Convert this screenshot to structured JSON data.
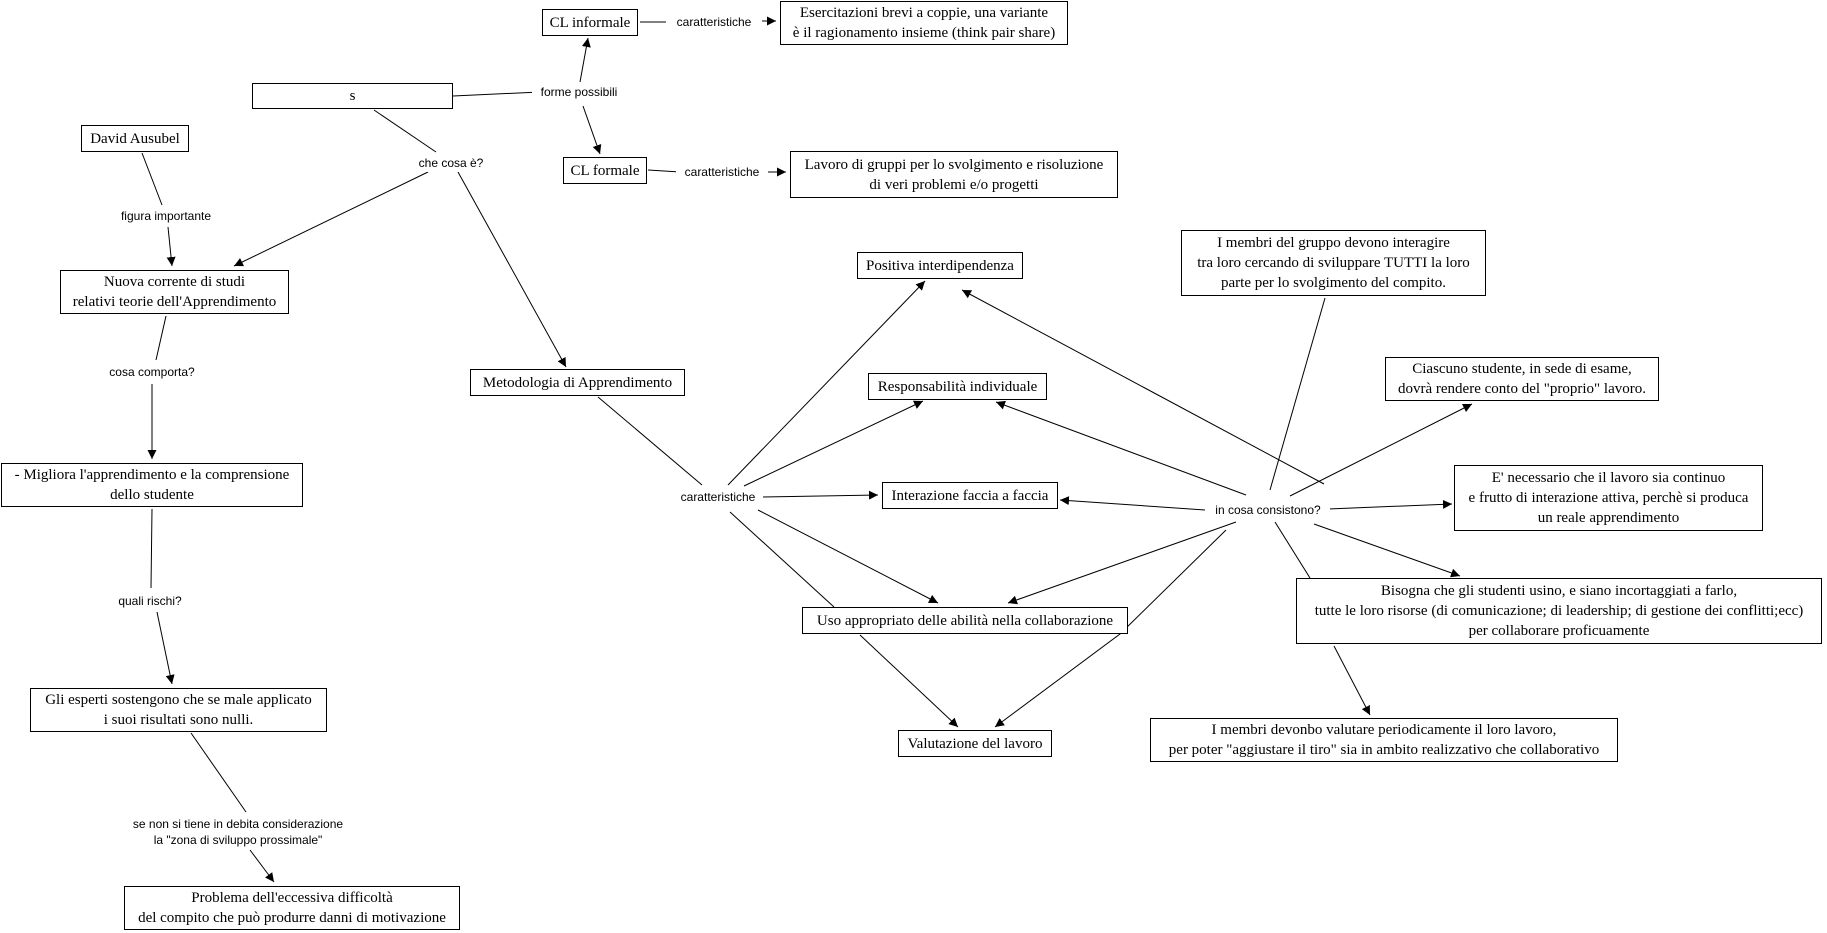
{
  "nodes": {
    "s": "s",
    "cl_informale": "CL informale",
    "es_brevi": "Esercitazioni brevi a coppie, una variante\nè il ragionamento insieme (think pair share)",
    "cl_formale": "CL formale",
    "lavoro_gruppi": "Lavoro di gruppi per lo svolgimento e risoluzione\ndi veri problemi e/o progetti",
    "david": "David Ausubel",
    "nuova_corrente": "Nuova corrente di studi\nrelativi teorie dell'Apprendimento",
    "migliora": "- Migliora l'apprendimento e la comprensione\ndello studente",
    "esperti": "Gli esperti sostengono che se male applicato\ni suoi risultati sono nulli.",
    "problema": "Problema dell'eccessiva difficoltà\ndel compito che può produrre danni di motivazione",
    "metodologia": "Metodologia di Apprendimento",
    "positiva": "Positiva interdipendenza",
    "responsabilita": "Responsabilità individuale",
    "interazione": "Interazione faccia a faccia",
    "uso": "Uso appropriato delle abilità nella collaborazione",
    "valutazione": "Valutazione del lavoro",
    "membri_interagire": "I membri del gruppo devono interagire\ntra loro cercando di sviluppare TUTTI la loro\nparte per lo svolgimento del compito.",
    "ciascuno": "Ciascuno studente, in sede di esame,\ndovrà rendere conto del \"proprio\" lavoro.",
    "necessario": "E' necessario che il lavoro sia continuo\ne frutto di interazione attiva, perchè si produca\nun reale apprendimento",
    "bisogna": "Bisogna che gli studenti usino, e siano incortaggiati a farlo,\ntutte le loro risorse (di comunicazione; di leadership; di gestione dei conflitti;ecc)\nper collaborare proficuamente",
    "membri_valutare": "I membri devonbo valutare periodicamente il loro lavoro,\nper poter \"aggiustare il tiro\" sia in ambito realizzativo che collaborativo"
  },
  "labels": {
    "forme_possibili": "forme possibili",
    "car_informale": "caratteristiche",
    "car_formale": "caratteristiche",
    "che_cosa": "che cosa è?",
    "figura_importante": "figura importante",
    "cosa_comporta": "cosa comporta?",
    "quali_rischi": "quali rischi?",
    "se_non": "se non si tiene in debita considerazione\nla \"zona di sviluppo prossimale\"",
    "caratteristiche": "caratteristiche",
    "in_cosa": "in cosa consistono?"
  }
}
